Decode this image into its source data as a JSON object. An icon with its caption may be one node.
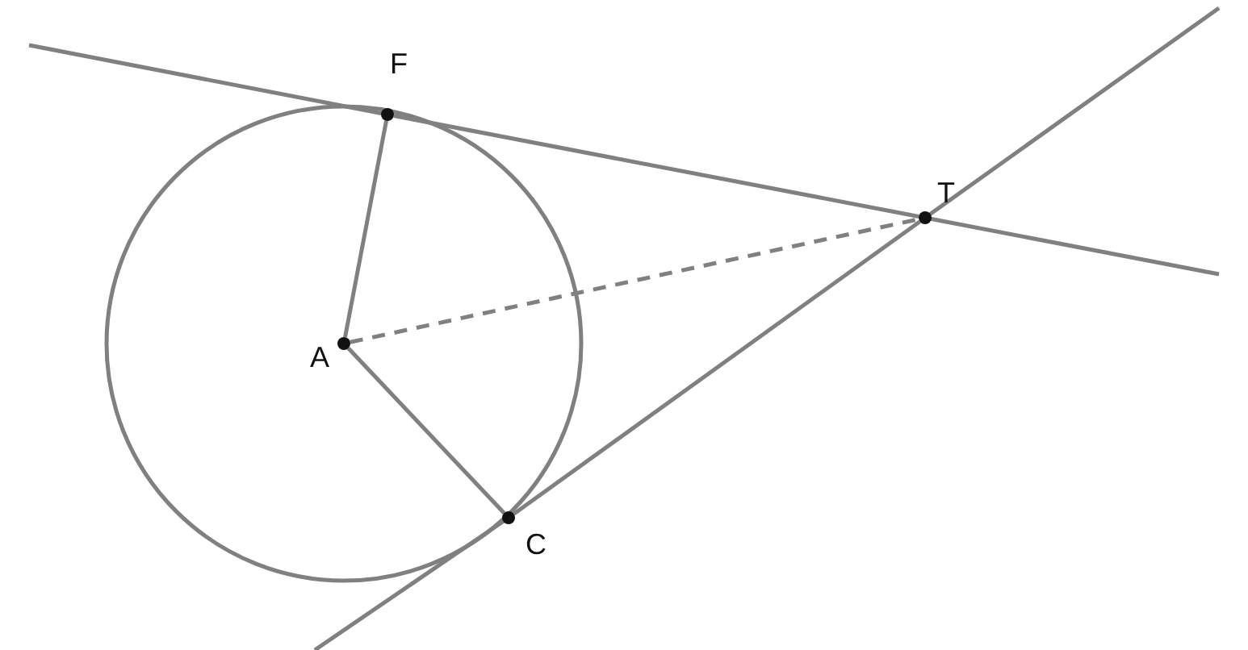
{
  "diagram": {
    "nodes": [
      {
        "text": [
          "A"
        ]
      },
      {
        "text": [
          "F"
        ]
      },
      {
        "text": [
          "C"
        ]
      },
      {
        "text": [
          "T"
        ]
      }
    ],
    "edges": [
      {
        "from": 0,
        "to": 1,
        "arrow": "none"
      },
      {
        "from": 0,
        "to": 2,
        "arrow": "none"
      },
      {
        "from": 0,
        "to": 3,
        "arrow": "none",
        "style": "dashed"
      },
      {
        "from": 1,
        "to": 3,
        "arrow": "none"
      },
      {
        "from": 2,
        "to": 3,
        "arrow": "none"
      }
    ]
  }
}
